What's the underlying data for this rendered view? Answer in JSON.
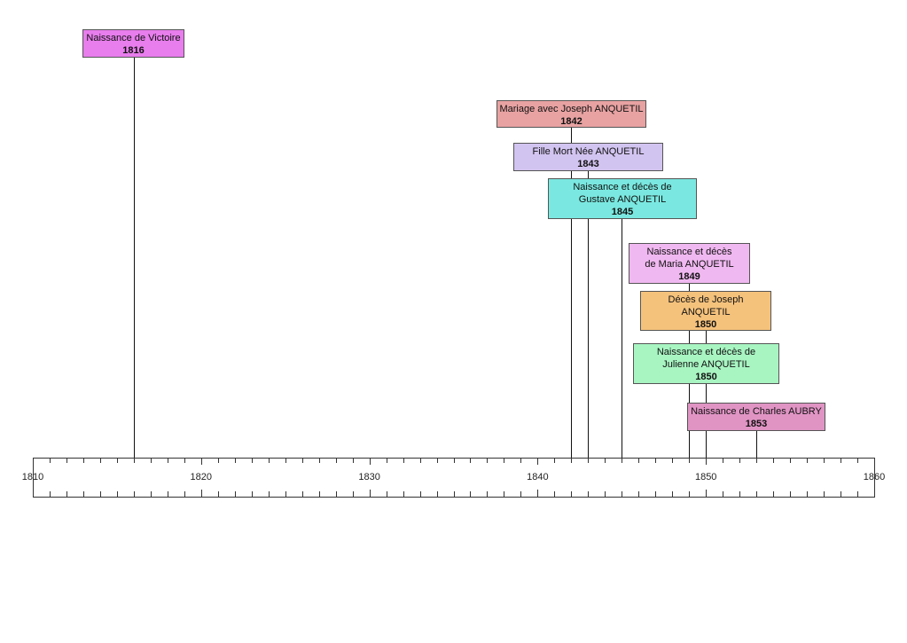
{
  "axis": {
    "start": 1810,
    "end": 1860,
    "labels": [
      "1810",
      "1820",
      "1830",
      "1840",
      "1850",
      "1860"
    ]
  },
  "events": [
    {
      "label": "Naissance de Victoire",
      "year": "1816",
      "color": "#e87ded"
    },
    {
      "label": "Mariage avec Joseph ANQUETIL",
      "year": "1842",
      "color": "#e8a2a2"
    },
    {
      "label": "Fille Mort Née ANQUETIL",
      "year": "1843",
      "color": "#d2c4f0"
    },
    {
      "label": "Naissance et décès de Gustave ANQUETIL",
      "year": "1845",
      "color": "#7ae8e0"
    },
    {
      "label": "Naissance et décès de Maria ANQUETIL",
      "year": "1849",
      "color": "#f0b8f0"
    },
    {
      "label": "Décès de Joseph ANQUETIL",
      "year": "1850",
      "color": "#f5c27c"
    },
    {
      "label": "Naissance et décès de Julienne ANQUETIL",
      "year": "1850",
      "color": "#a8f5c2"
    },
    {
      "label": "Naissance de Charles AUBRY",
      "year": "1853",
      "color": "#e094c4"
    }
  ]
}
